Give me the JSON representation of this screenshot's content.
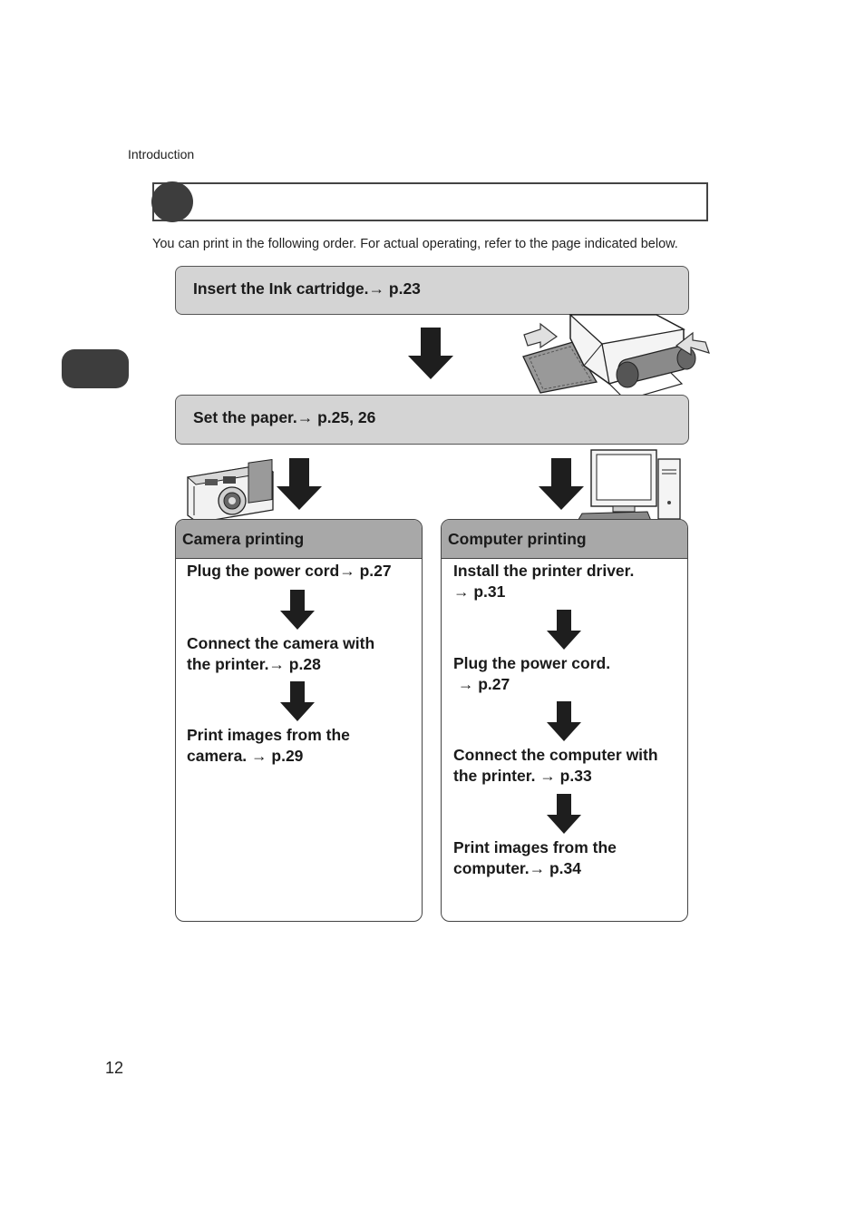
{
  "running_head": "Introduction",
  "intro_text": "You can print in the following order. For actual operating, refer to the page indicated below.",
  "steps": {
    "ink": "Insert the Ink cartridge.→ p.23",
    "paper": "Set the paper.→ p.25, 26"
  },
  "camera_panel": {
    "title": "Camera printing",
    "items": [
      {
        "line1": "Plug the power cord→ p.27",
        "line2": ""
      },
      {
        "line1": "Connect the camera with",
        "line2": "the printer.→ p.28"
      },
      {
        "line1": "Print images from the",
        "line2": "camera. → p.29"
      }
    ]
  },
  "computer_panel": {
    "title": "Computer printing",
    "items": [
      {
        "line1": "Install the printer driver.",
        "line2": "→ p.31"
      },
      {
        "line1": "Plug the power cord.",
        "line2": " → p.27"
      },
      {
        "line1": "Connect the computer with",
        "line2": "the printer. → p.33"
      },
      {
        "line1": "Print images from the",
        "line2": "computer.→ p.34"
      }
    ]
  },
  "page_number": "12",
  "icons": [
    "down-arrow-icon",
    "printer-illustration",
    "camera-illustration",
    "computer-illustration"
  ],
  "colors": {
    "step_fill": "#d4d4d4",
    "panel_header_fill": "#a8a8a8",
    "dark_accent": "#3d3d3d",
    "arrow": "#1e1e1e"
  }
}
